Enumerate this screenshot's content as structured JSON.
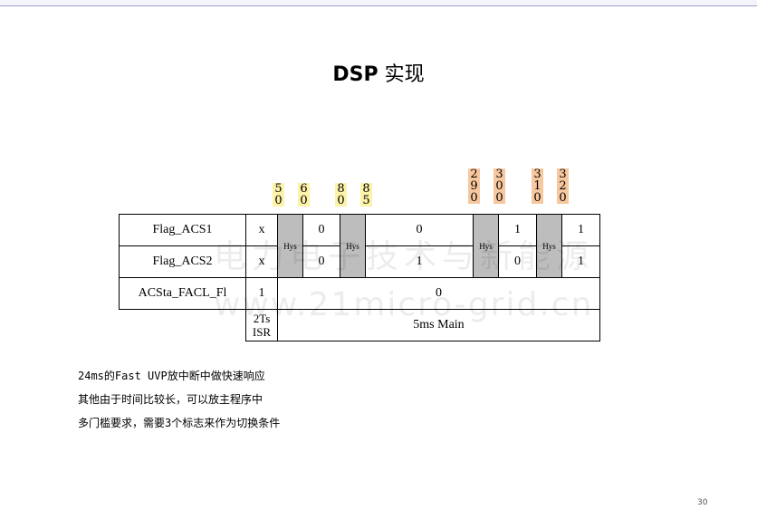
{
  "title": {
    "bold": "DSP",
    "rest": " 实现"
  },
  "watermark": {
    "cn": "电力电子技术与新能源",
    "url": "www.21micro-grid.cn"
  },
  "markers": [
    {
      "text": "50",
      "color": "yellow"
    },
    {
      "text": "60",
      "color": "yellow"
    },
    {
      "text": "80",
      "color": "yellow"
    },
    {
      "text": "85",
      "color": "yellow"
    },
    {
      "text": "290",
      "color": "orange"
    },
    {
      "text": "300",
      "color": "orange"
    },
    {
      "text": "310",
      "color": "orange"
    },
    {
      "text": "320",
      "color": "orange"
    }
  ],
  "marker_colors": {
    "yellow": "#fcf2a8",
    "orange": "#f7c79e"
  },
  "table": {
    "row1_label": "Flag_ACS1",
    "row2_label": "Flag_ACS2",
    "row3_label": "ACSta_FACL_Fl",
    "hys": "Hys",
    "r1_c1": "x",
    "r1_c3": "0",
    "r1_c5": "0",
    "r1_c7": "1",
    "r1_c9": "1",
    "r2_c1": "x",
    "r2_c3": "0",
    "r2_c5": "1",
    "r2_c7": "0",
    "r2_c9": "1",
    "r3_c1": "1",
    "r3_rest": "0",
    "isr": "2Ts\nISR",
    "main": "5ms Main"
  },
  "notes": [
    "24ms的Fast UVP放中断中做快速响应",
    "其他由于时间比较长，可以放主程序中",
    "多门槛要求，需要3个标志来作为切换条件"
  ],
  "page_number": "30"
}
